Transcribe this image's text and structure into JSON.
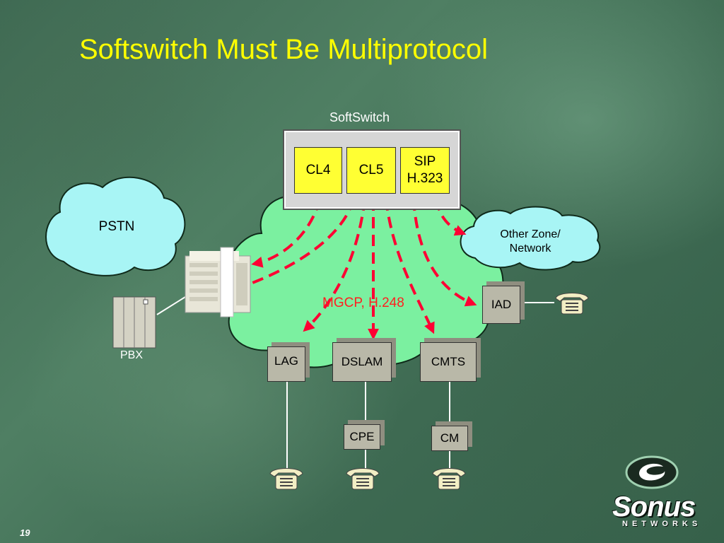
{
  "slide": {
    "title": "Softswitch Must Be Multiprotocol",
    "page_number": "19"
  },
  "softswitch": {
    "label": "SoftSwitch",
    "modules": [
      {
        "line1": "CL4",
        "line2": ""
      },
      {
        "line1": "CL5",
        "line2": ""
      },
      {
        "line1": "SIP",
        "line2": "H.323"
      }
    ]
  },
  "clouds": {
    "pstn": "PSTN",
    "other_zone_line1": "Other Zone/",
    "other_zone_line2": "Network"
  },
  "devices": {
    "pbx": "PBX",
    "iad": "IAD",
    "lag": "LAG",
    "dslam": "DSLAM",
    "cmts": "CMTS",
    "cpe": "CPE",
    "cm": "CM"
  },
  "protocol_label": "MGCP, H.248",
  "logo": {
    "name": "Sonus",
    "sub": "NETWORKS"
  },
  "colors": {
    "title": "#ffff00",
    "arrow": "#ff0033",
    "module_fill": "#ffff33",
    "device_fill": "#b9b8a8",
    "cloud_green": "#7bf0a0",
    "cloud_cyan": "#a8f5f5"
  }
}
